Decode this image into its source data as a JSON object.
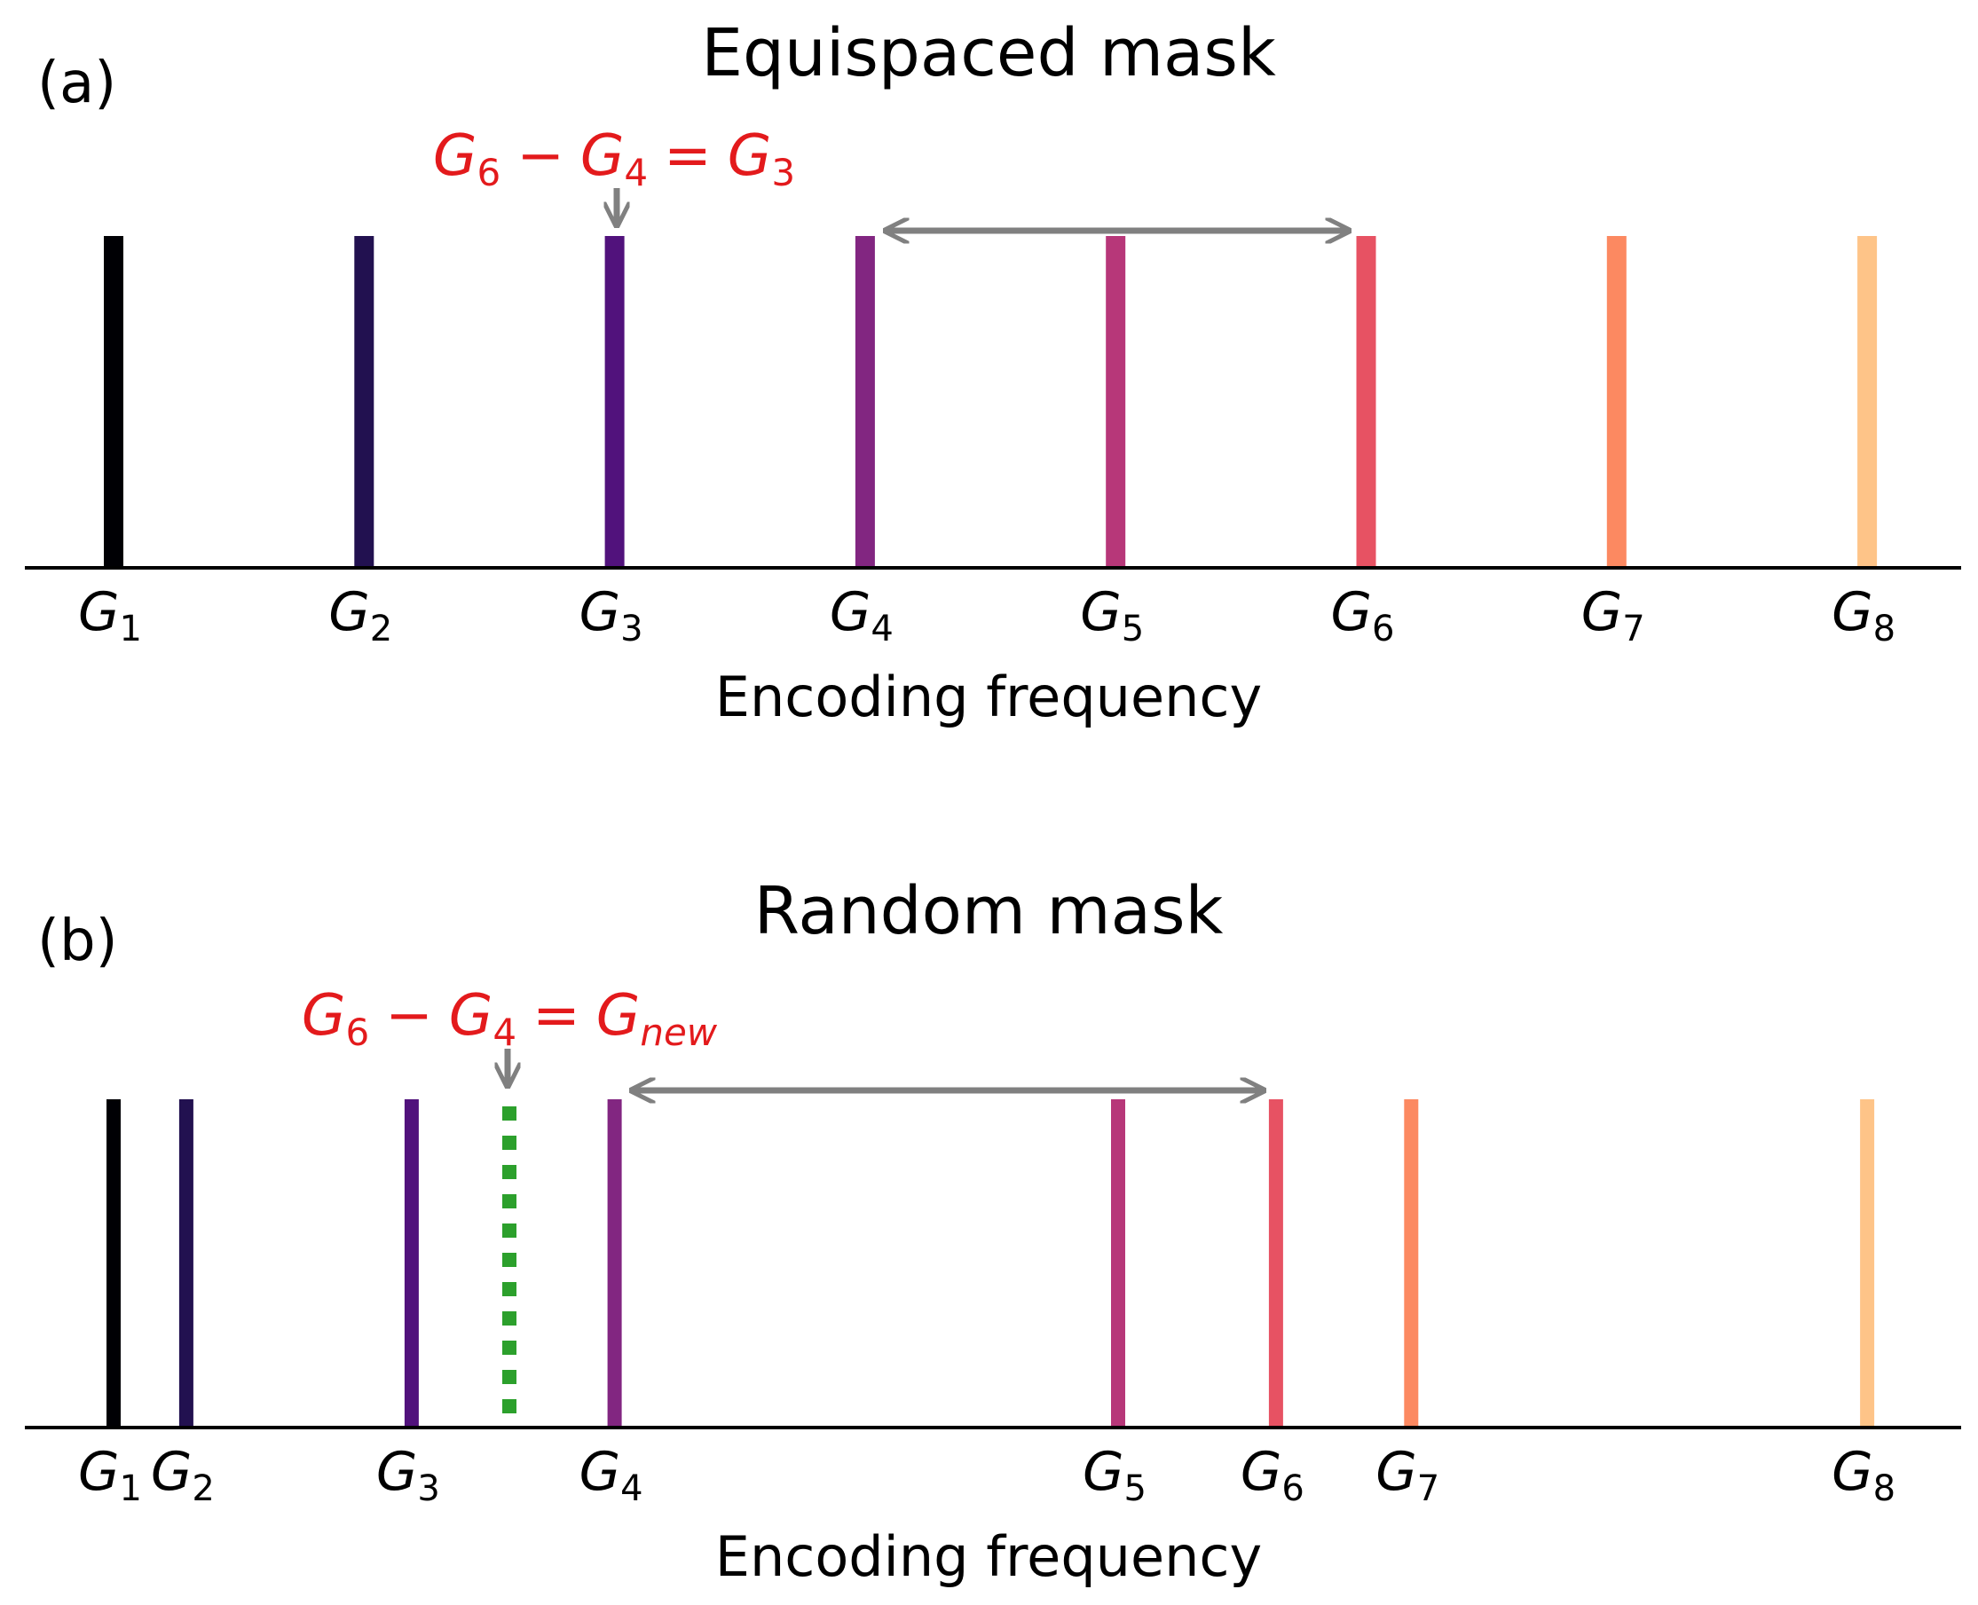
{
  "colors": {
    "equation": "#e31a1c",
    "arrow": "#808080",
    "new_line": "#2ca02c",
    "axis": "#000000",
    "bars": [
      "#000004",
      "#221150",
      "#51127c",
      "#822681",
      "#b73779",
      "#e75263",
      "#fc8961",
      "#fec488"
    ]
  },
  "panels": [
    {
      "label": "(a)",
      "title": "Equispaced mask",
      "xlabel": "Encoding frequency",
      "equation": {
        "left_base": "G",
        "left_sub": "6",
        "minus": "−",
        "right_base": "G",
        "right_sub": "4",
        "equals": "=",
        "result_base": "G",
        "result_sub": "3"
      },
      "arrow_from": 3,
      "arrow_to": 5,
      "target_index": 2,
      "new_line_position": null,
      "ticks": [
        {
          "base": "G",
          "sub": "1",
          "position": 1
        },
        {
          "base": "G",
          "sub": "2",
          "position": 2
        },
        {
          "base": "G",
          "sub": "3",
          "position": 3
        },
        {
          "base": "G",
          "sub": "4",
          "position": 4
        },
        {
          "base": "G",
          "sub": "5",
          "position": 5
        },
        {
          "base": "G",
          "sub": "6",
          "position": 6
        },
        {
          "base": "G",
          "sub": "7",
          "position": 7
        },
        {
          "base": "G",
          "sub": "8",
          "position": 8
        }
      ]
    },
    {
      "label": "(b)",
      "title": "Random mask",
      "xlabel": "Encoding frequency",
      "equation": {
        "left_base": "G",
        "left_sub": "6",
        "minus": "−",
        "right_base": "G",
        "right_sub": "4",
        "equals": "=",
        "result_base": "G",
        "result_sub": "new"
      },
      "arrow_from": 3,
      "arrow_to": 5,
      "target_index": null,
      "new_line_position": 2.58,
      "ticks": [
        {
          "base": "G",
          "sub": "1",
          "position": 1.0
        },
        {
          "base": "G",
          "sub": "2",
          "position": 1.29
        },
        {
          "base": "G",
          "sub": "3",
          "position": 2.19
        },
        {
          "base": "G",
          "sub": "4",
          "position": 3.0
        },
        {
          "base": "G",
          "sub": "5",
          "position": 5.01
        },
        {
          "base": "G",
          "sub": "6",
          "position": 5.64
        },
        {
          "base": "G",
          "sub": "7",
          "position": 6.18
        },
        {
          "base": "G",
          "sub": "8",
          "position": 8.0
        }
      ]
    }
  ]
}
